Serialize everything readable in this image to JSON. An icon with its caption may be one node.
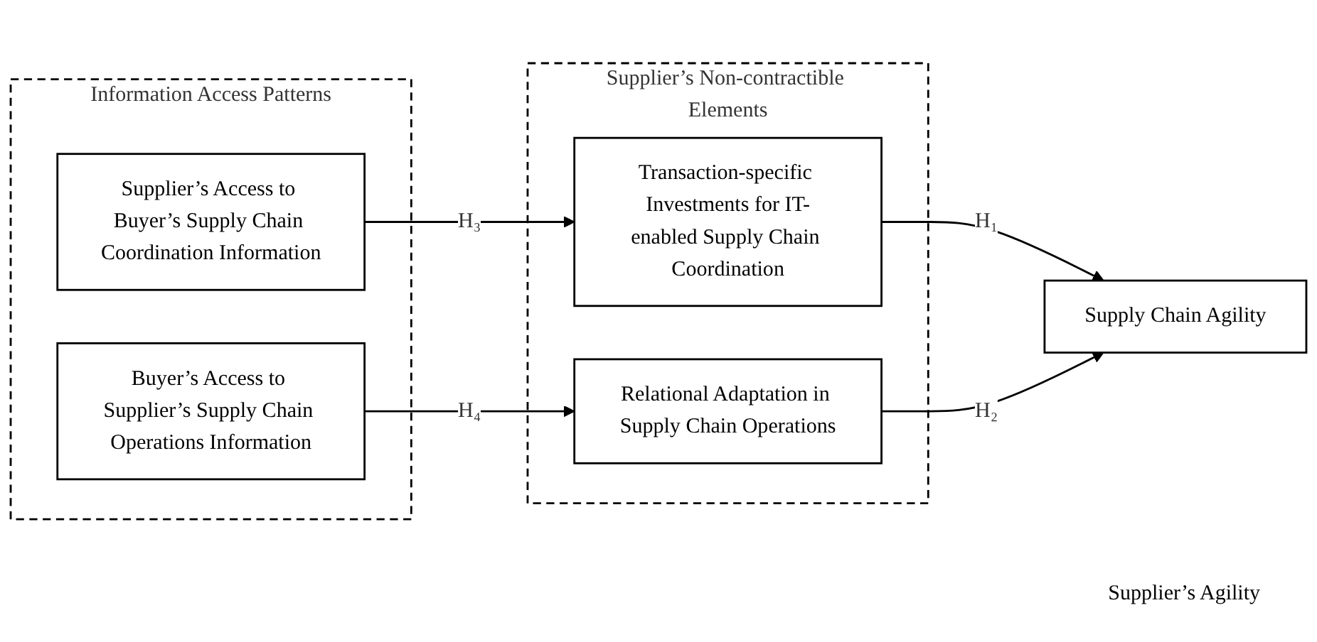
{
  "diagram": {
    "nodes": [
      {
        "text": [
          "Information Access Patterns"
        ]
      },
      {
        "text": [
          "Supplier’s Access to Buyer’s Supply Chain Coordination Information"
        ],
        "in": 0
      },
      {
        "text": [
          "Buyer’s Access to Supplier’s Supply Chain Operations Information"
        ],
        "in": 0
      },
      {
        "text": [
          "Supplier’s Non-contractible Elements"
        ]
      },
      {
        "text": [
          "Transaction-specific Investments for IT-enabled Supply Chain Coordination"
        ],
        "in": 3
      },
      {
        "text": [
          "Relational Adaptation in Supply Chain Operations"
        ],
        "in": 3
      },
      {
        "text": [
          "Supply Chain Agility"
        ]
      }
    ],
    "edges": [
      {
        "from": 1,
        "to": 4,
        "arrow": "to",
        "label": "H₃"
      },
      {
        "from": 2,
        "to": 5,
        "arrow": "to",
        "label": "H₄"
      },
      {
        "from": 4,
        "to": 6,
        "arrow": "to",
        "label": "H₁"
      },
      {
        "from": 5,
        "to": 6,
        "arrow": "to",
        "label": "H₂"
      }
    ],
    "labels": [
      "Supplier’s Agility"
    ]
  }
}
